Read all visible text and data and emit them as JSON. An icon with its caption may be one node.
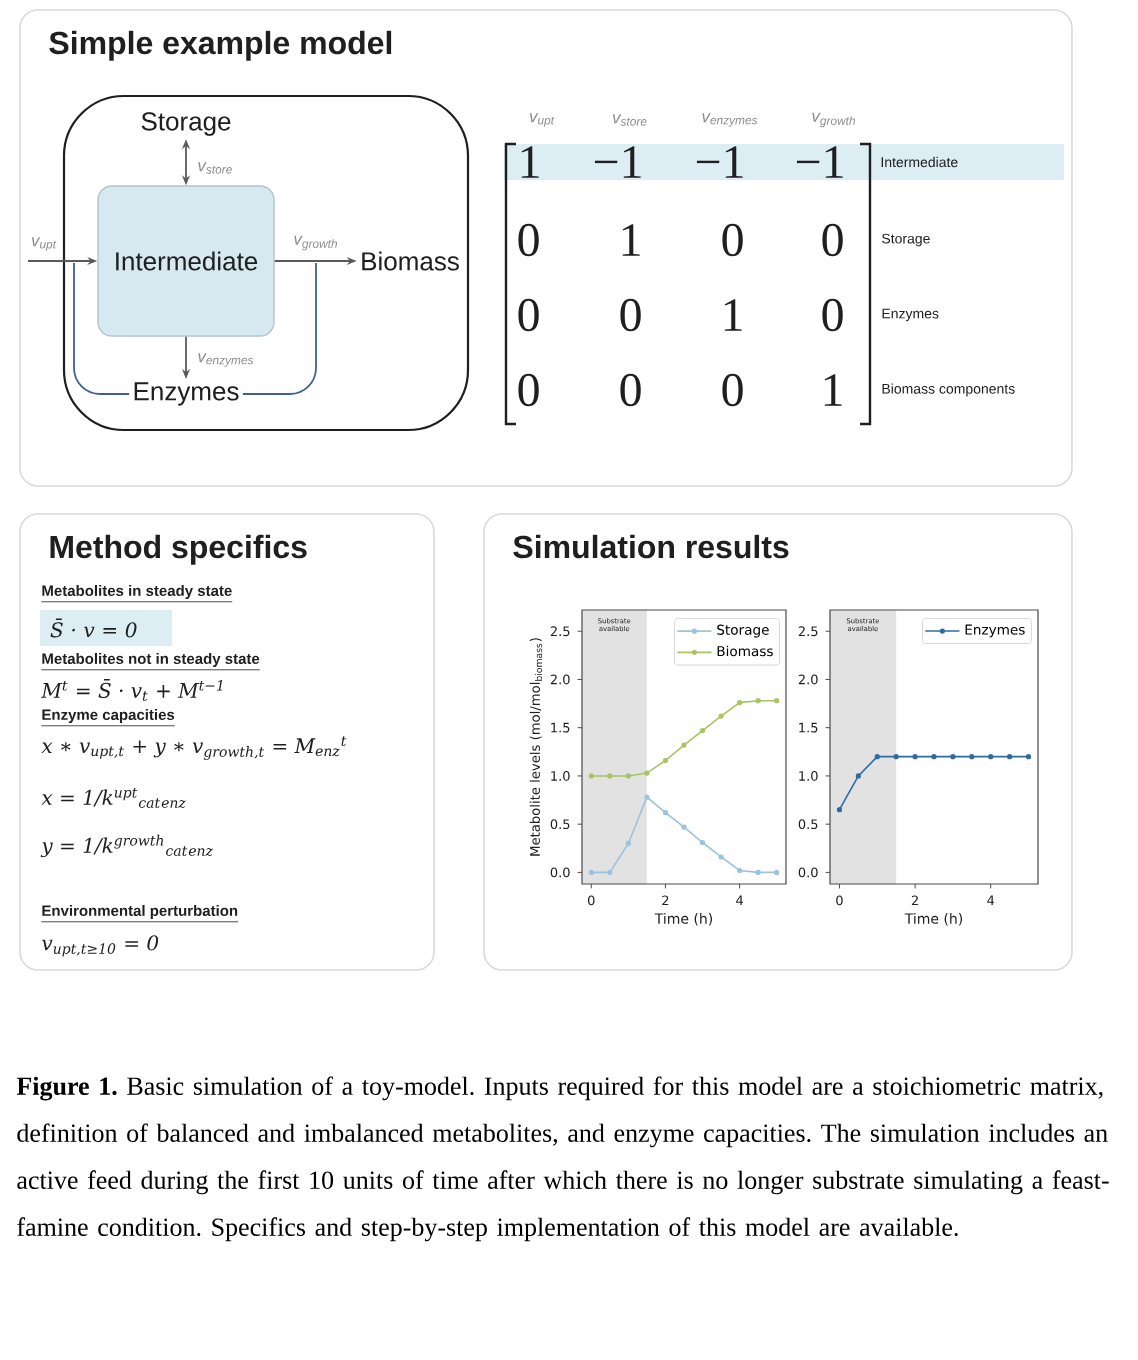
{
  "diagram": {
    "caption": "**Figure 1.** Basic simulation of a toy-model. Inputs required for this model are a stoichiometric matrix, definition of balanced and imbalanced metabolites, and enzyme capacities. The simulation includes an active feed during the first 10 units of time after which there is no longer substrate simulating a feast-famine condition. Specifics and step-by-step implementation of this model are available.",
    "nodes": [
      {
        "text": [
          "Simple example model"
        ]
      },
      {
        "text": [],
        "shape": "box",
        "in": 0
      },
      {
        "text": [
          "Storage"
        ],
        "in": 1
      },
      {
        "text": [
          "Intermediate"
        ],
        "in": 1
      },
      {
        "text": [
          "Biomass"
        ],
        "in": 1
      },
      {
        "text": [
          "Enzymes"
        ],
        "in": 1
      },
      {
        "text": [
          "1",
          "−1",
          "−1",
          "−1",
          "Intermediate"
        ],
        "in": 0
      },
      {
        "text": [
          "Method specifics"
        ]
      },
      {
        "text": [
          "S̄ · v = 0"
        ],
        "in": 7
      },
      {
        "text": [
          "Simulation results"
        ]
      }
    ],
    "edges": [
      {
        "from": null,
        "to": 3,
        "arrow": "to",
        "label": "v$_{upt}$"
      },
      {
        "from": 3,
        "to": 2,
        "arrow": "both",
        "label": "v$_{store}$"
      },
      {
        "from": 3,
        "to": 5,
        "arrow": "to",
        "label": "v$_{enzymes}$"
      },
      {
        "from": 3,
        "to": 4,
        "arrow": "to",
        "label": "v$_{growth}$"
      },
      {
        "from": 5,
        "to": null,
        "arrow": "none",
        "color": "#3f5f95"
      },
      {
        "from": 5,
        "to": null,
        "arrow": "none",
        "color": "#3f5f95"
      }
    ],
    "labels": [
      "v$_{upt}$",
      "v$_{store}$",
      "v$_{enzymes}$",
      "v$_{growth}$",
      "0",
      "1",
      "0",
      "0",
      "Storage",
      "0",
      "0",
      "1",
      "0",
      "Enzymes",
      "0",
      "0",
      "0",
      "1",
      "Biomass components",
      "Metabolites in steady state",
      "Metabolites not in steady state",
      "M$^{t}$ = S̄ · v$_{t}$ + M$^{t−1}$",
      "Enzyme capacities",
      "x ∗ v$_{upt,t}$ + y ∗ v$_{growth,t}$ = M$_{enz}$$^{t}$",
      "x = 1/k$^{upt}$$_{cat}$$_{enz}$",
      "y = 1/k$^{growth}$$_{cat}$$_{enz}$",
      "Environmental perturbation",
      "v$_{upt,t≥10}$ = 0"
    ],
    "chart_data": [
      {
        "type": "line",
        "xlabel": "Time (h)",
        "ylabel": "Metabolite levels (mol/mol$_{biomass}$)",
        "x": [
          0,
          0.5,
          1,
          1.5,
          2,
          2.5,
          3,
          3.5,
          4,
          4.5,
          5
        ],
        "series": [
          {
            "name": "Storage",
            "color": "#9cc3de",
            "marker": "circle",
            "values": [
              0,
              0,
              0.3,
              0.78,
              0.62,
              0.47,
              0.31,
              0.16,
              0.02,
              0,
              0
            ]
          },
          {
            "name": "Biomass",
            "color": "#a8c463",
            "marker": "circle",
            "values": [
              1,
              1,
              1,
              1.03,
              1.16,
              1.32,
              1.47,
              1.62,
              1.76,
              1.78,
              1.78
            ]
          }
        ],
        "xlim": [
          -0.25,
          5.25
        ],
        "ylim": [
          -0.12,
          2.72
        ],
        "xticks": [
          0,
          2,
          4
        ],
        "yticks": [
          {
            "value": 0,
            "label": "0.0"
          },
          {
            "value": 0.5,
            "label": "0.5"
          },
          {
            "value": 1,
            "label": "1.0"
          },
          {
            "value": 1.5,
            "label": "1.5"
          },
          {
            "value": 2,
            "label": "2.0"
          },
          {
            "value": 2.5,
            "label": "2.5"
          }
        ],
        "legend": "upper right",
        "annotations": [
          "Substrate available"
        ]
      },
      {
        "type": "line",
        "xlabel": "Time (h)",
        "x": [
          0,
          0.5,
          1,
          1.5,
          2,
          2.5,
          3,
          3.5,
          4,
          4.5,
          5
        ],
        "series": [
          {
            "name": "Enzymes",
            "color": "#2f6b9f",
            "marker": "circle",
            "values": [
              0.65,
              1,
              1.2,
              1.2,
              1.2,
              1.2,
              1.2,
              1.2,
              1.2,
              1.2,
              1.2
            ]
          }
        ],
        "xlim": [
          -0.25,
          5.25
        ],
        "ylim": [
          -0.12,
          2.72
        ],
        "xticks": [
          0,
          2,
          4
        ],
        "yticks": [
          {
            "value": 0,
            "label": "0.0"
          },
          {
            "value": 0.5,
            "label": "0.5"
          },
          {
            "value": 1,
            "label": "1.0"
          },
          {
            "value": 1.5,
            "label": "1.5"
          },
          {
            "value": 2,
            "label": "2.0"
          },
          {
            "value": 2.5,
            "label": "2.5"
          }
        ],
        "legend": "upper right",
        "annotations": [
          "Substrate available"
        ]
      }
    ]
  }
}
